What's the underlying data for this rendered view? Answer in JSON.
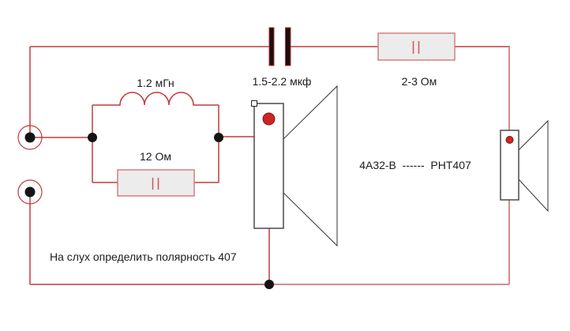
{
  "schematic": {
    "inductor_label": "1.2 мГн",
    "capacitor_label": "1.5-2.2 мкф",
    "series_resistor_label": "2-3 Ом",
    "shunt_resistor_label": "12 Ом",
    "speaker_pair_label": "4А32-В  ------  РНТ407",
    "note": "На слух определить полярность 407"
  },
  "colors": {
    "wire_red": "#c23b3b",
    "wire_pink": "#d68c8c",
    "component_fill": "#ececec",
    "component_border": "#d47f7f",
    "resistor_marks": "#d05555",
    "capacitor_plate": "#1c0e0e",
    "capacitor_plate_edge": "#b03030",
    "junction_dot": "#141414",
    "speaker_outline": "#4a4a4a",
    "speaker_terminal_dot": "#cc2525",
    "text": "#1c1c1c",
    "background": "#ffffff"
  }
}
